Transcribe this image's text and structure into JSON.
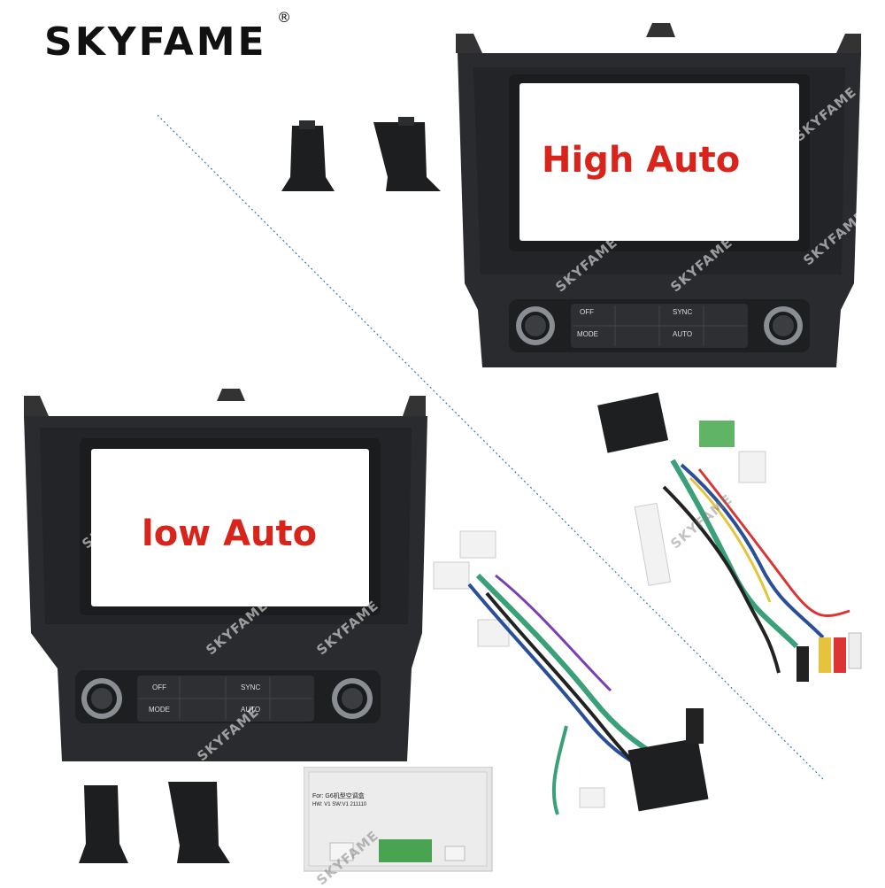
{
  "brand": {
    "name": "SKYFAME",
    "mark": "®"
  },
  "panels": {
    "high": {
      "label": "High Auto"
    },
    "low": {
      "label": "low Auto"
    }
  },
  "controls": {
    "off": "OFF",
    "mode": "MODE",
    "sync": "SYNC",
    "auto": "AUTO"
  },
  "canbox": {
    "label_line1": "For: G6机型空调盒",
    "label_line2": "HW: V1  SW:V1  211110"
  },
  "watermark": "SKYFAME",
  "colors": {
    "label_red": "#d9241b",
    "panel": "#2a2b2e",
    "screen": "#ffffff",
    "wire_green": "#3aa07a",
    "connector_green": "#5fb565",
    "divider": "#2b7bb9"
  }
}
